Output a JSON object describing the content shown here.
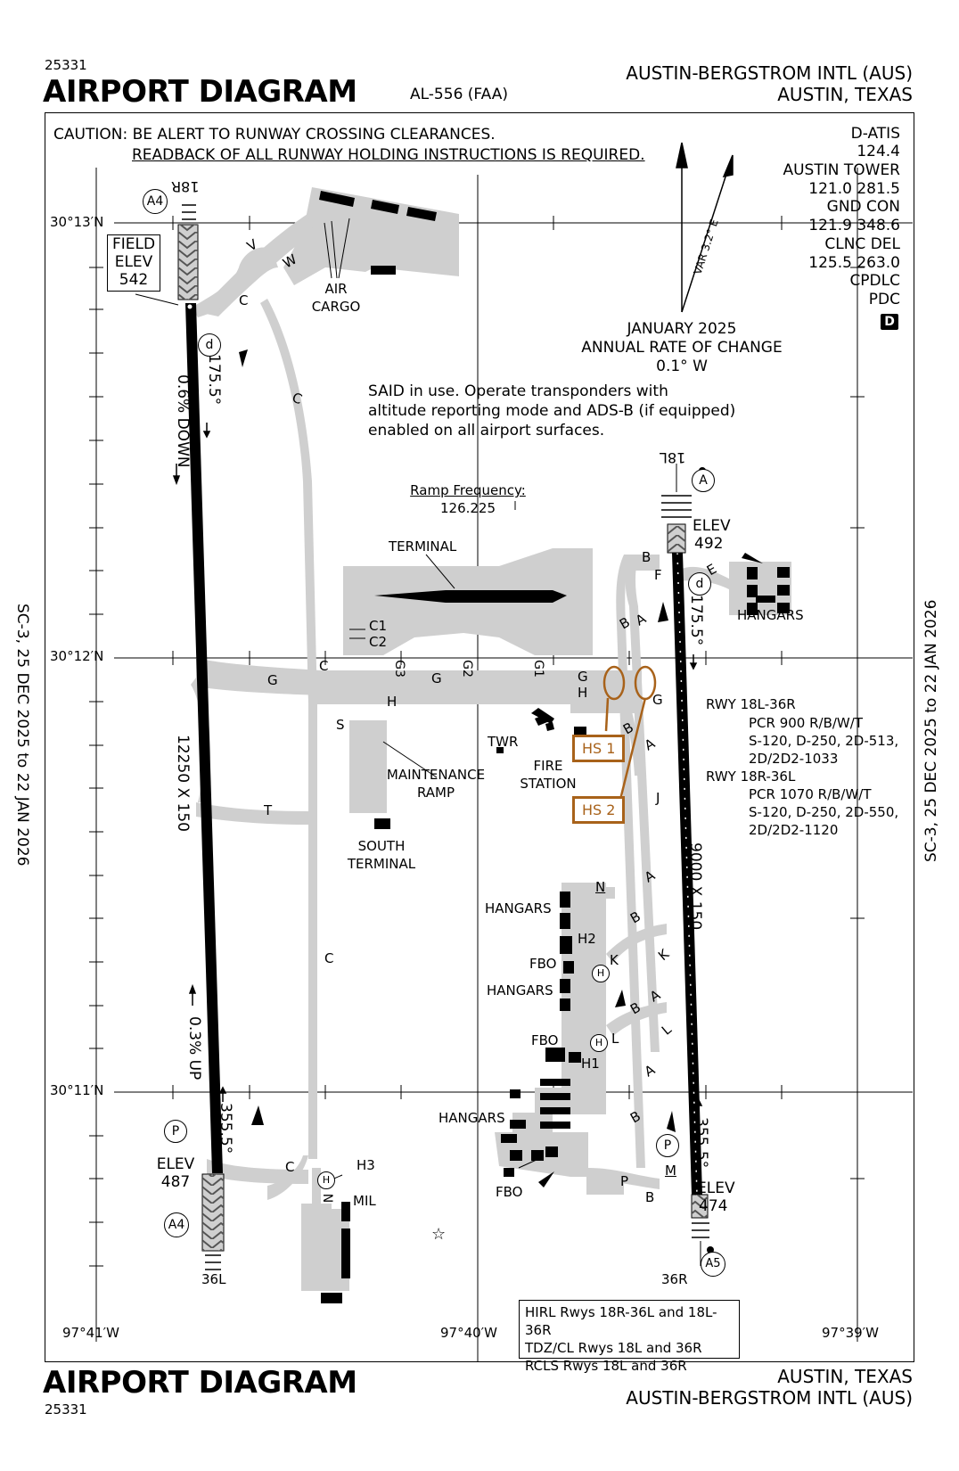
{
  "header": {
    "chart_number": "25331",
    "title": "AIRPORT DIAGRAM",
    "al_number": "AL-556 (FAA)",
    "airport_name": "AUSTIN-BERGSTROM INTL (AUS)",
    "city_state": "AUSTIN, TEXAS"
  },
  "footer": {
    "title": "AIRPORT DIAGRAM",
    "chart_number": "25331",
    "city_state": "AUSTIN, TEXAS",
    "airport_name": "AUSTIN-BERGSTROM INTL (AUS)"
  },
  "side_notes": {
    "left": "SC-3,  25 DEC 2025  to  22 JAN 2026",
    "right": "SC-3,  25 DEC 2025  to  22 JAN 2026"
  },
  "caution": {
    "line1": "CAUTION: BE ALERT TO RUNWAY CROSSING CLEARANCES.",
    "line2": "READBACK OF ALL RUNWAY HOLDING INSTRUCTIONS IS REQUIRED."
  },
  "frequencies": {
    "datis_label": "D-ATIS",
    "datis": "124.4",
    "tower_label": "AUSTIN TOWER",
    "tower": "121.0  281.5",
    "gnd_label": "GND CON",
    "gnd": "121.9  348.6",
    "clnc_label": "CLNC DEL",
    "clnc": "125.5  263.0",
    "cpdlc": "CPDLC",
    "pdc": "PDC",
    "badge": "D"
  },
  "magnetic": {
    "var": "VAR 3.2° E",
    "date": "JANUARY 2025",
    "rate_label": "ANNUAL RATE OF CHANGE",
    "rate": "0.1° W"
  },
  "said_note": {
    "line1": "SAID in use. Operate transponders with",
    "line2": "altitude reporting mode and ADS-B (if equipped)",
    "line3": "enabled on all airport surfaces."
  },
  "ramp_frequency": {
    "label": "Ramp Frequency:",
    "value": "126.225"
  },
  "coordinates": {
    "lat_top": "30°13′N",
    "lat_mid": "30°12′N",
    "lat_bot": "30°11′N",
    "lon_left": "97°41′W",
    "lon_mid": "97°40′W",
    "lon_right": "97°39′W"
  },
  "field_elev": {
    "label1": "FIELD",
    "label2": "ELEV",
    "value": "542"
  },
  "runways": {
    "west": {
      "id_north": "18R",
      "id_south": "36L",
      "size": "12250 X 150",
      "gradient_down": "0.6% DOWN",
      "gradient_up": "0.3% UP",
      "heading_north": "175.5°",
      "heading_south": "355.5°",
      "elev_south_label": "ELEV",
      "elev_south": "487"
    },
    "east": {
      "id_north": "18L",
      "id_south": "36R",
      "size": "9000 X 150",
      "heading_north": "175.5°",
      "heading_south": "355.5°",
      "elev_north_label": "ELEV",
      "elev_north": "492",
      "elev_south_label": "ELEV",
      "elev_south": "474"
    }
  },
  "rwy_data": {
    "r1_title": "RWY 18L-36R",
    "r1_l1": "PCR 900 R/B/W/T",
    "r1_l2": "S-120, D-250, 2D-513,",
    "r1_l3": "2D/2D2-1033",
    "r2_title": "RWY 18R-36L",
    "r2_l1": "PCR 1070 R/B/W/T",
    "r2_l2": "S-120, D-250, 2D-550,",
    "r2_l3": "2D/2D2-1120"
  },
  "hot_spots": {
    "hs1": "HS 1",
    "hs2": "HS 2"
  },
  "facilities": {
    "air_cargo_1": "AIR",
    "air_cargo_2": "CARGO",
    "terminal": "TERMINAL",
    "maintenance_1": "MAINTENANCE",
    "maintenance_2": "RAMP",
    "south_terminal_1": "SOUTH",
    "south_terminal_2": "TERMINAL",
    "twr": "TWR",
    "fire_1": "FIRE",
    "fire_2": "STATION",
    "hangars": "HANGARS",
    "fbo": "FBO",
    "mil": "MIL",
    "h1": "H1",
    "h2": "H2",
    "h3": "H3"
  },
  "taxiways": {
    "V": "V",
    "W": "W",
    "C": "C",
    "C1": "C1",
    "C2": "C2",
    "G": "G",
    "G1": "G1",
    "G2": "G2",
    "G3": "G3",
    "H": "H",
    "S": "S",
    "T": "T",
    "A": "A",
    "B": "B",
    "E": "E",
    "F": "F",
    "J": "J",
    "K": "K",
    "L": "L",
    "M": "M",
    "N": "N",
    "P": "P"
  },
  "symbols": {
    "p": "P",
    "d": "d",
    "a": "A",
    "a4": "A4",
    "a5": "A5",
    "h": "H"
  },
  "lighting": {
    "line1": "HIRL Rwys 18R-36L and 18L-36R",
    "line2": "TDZ/CL Rwys 18L and 36R",
    "line3": "RCLS Rwys 18L and 36R"
  },
  "colors": {
    "pavement": "#cfcfcf",
    "hotspot": "#a8621a",
    "runway": "#000000"
  }
}
